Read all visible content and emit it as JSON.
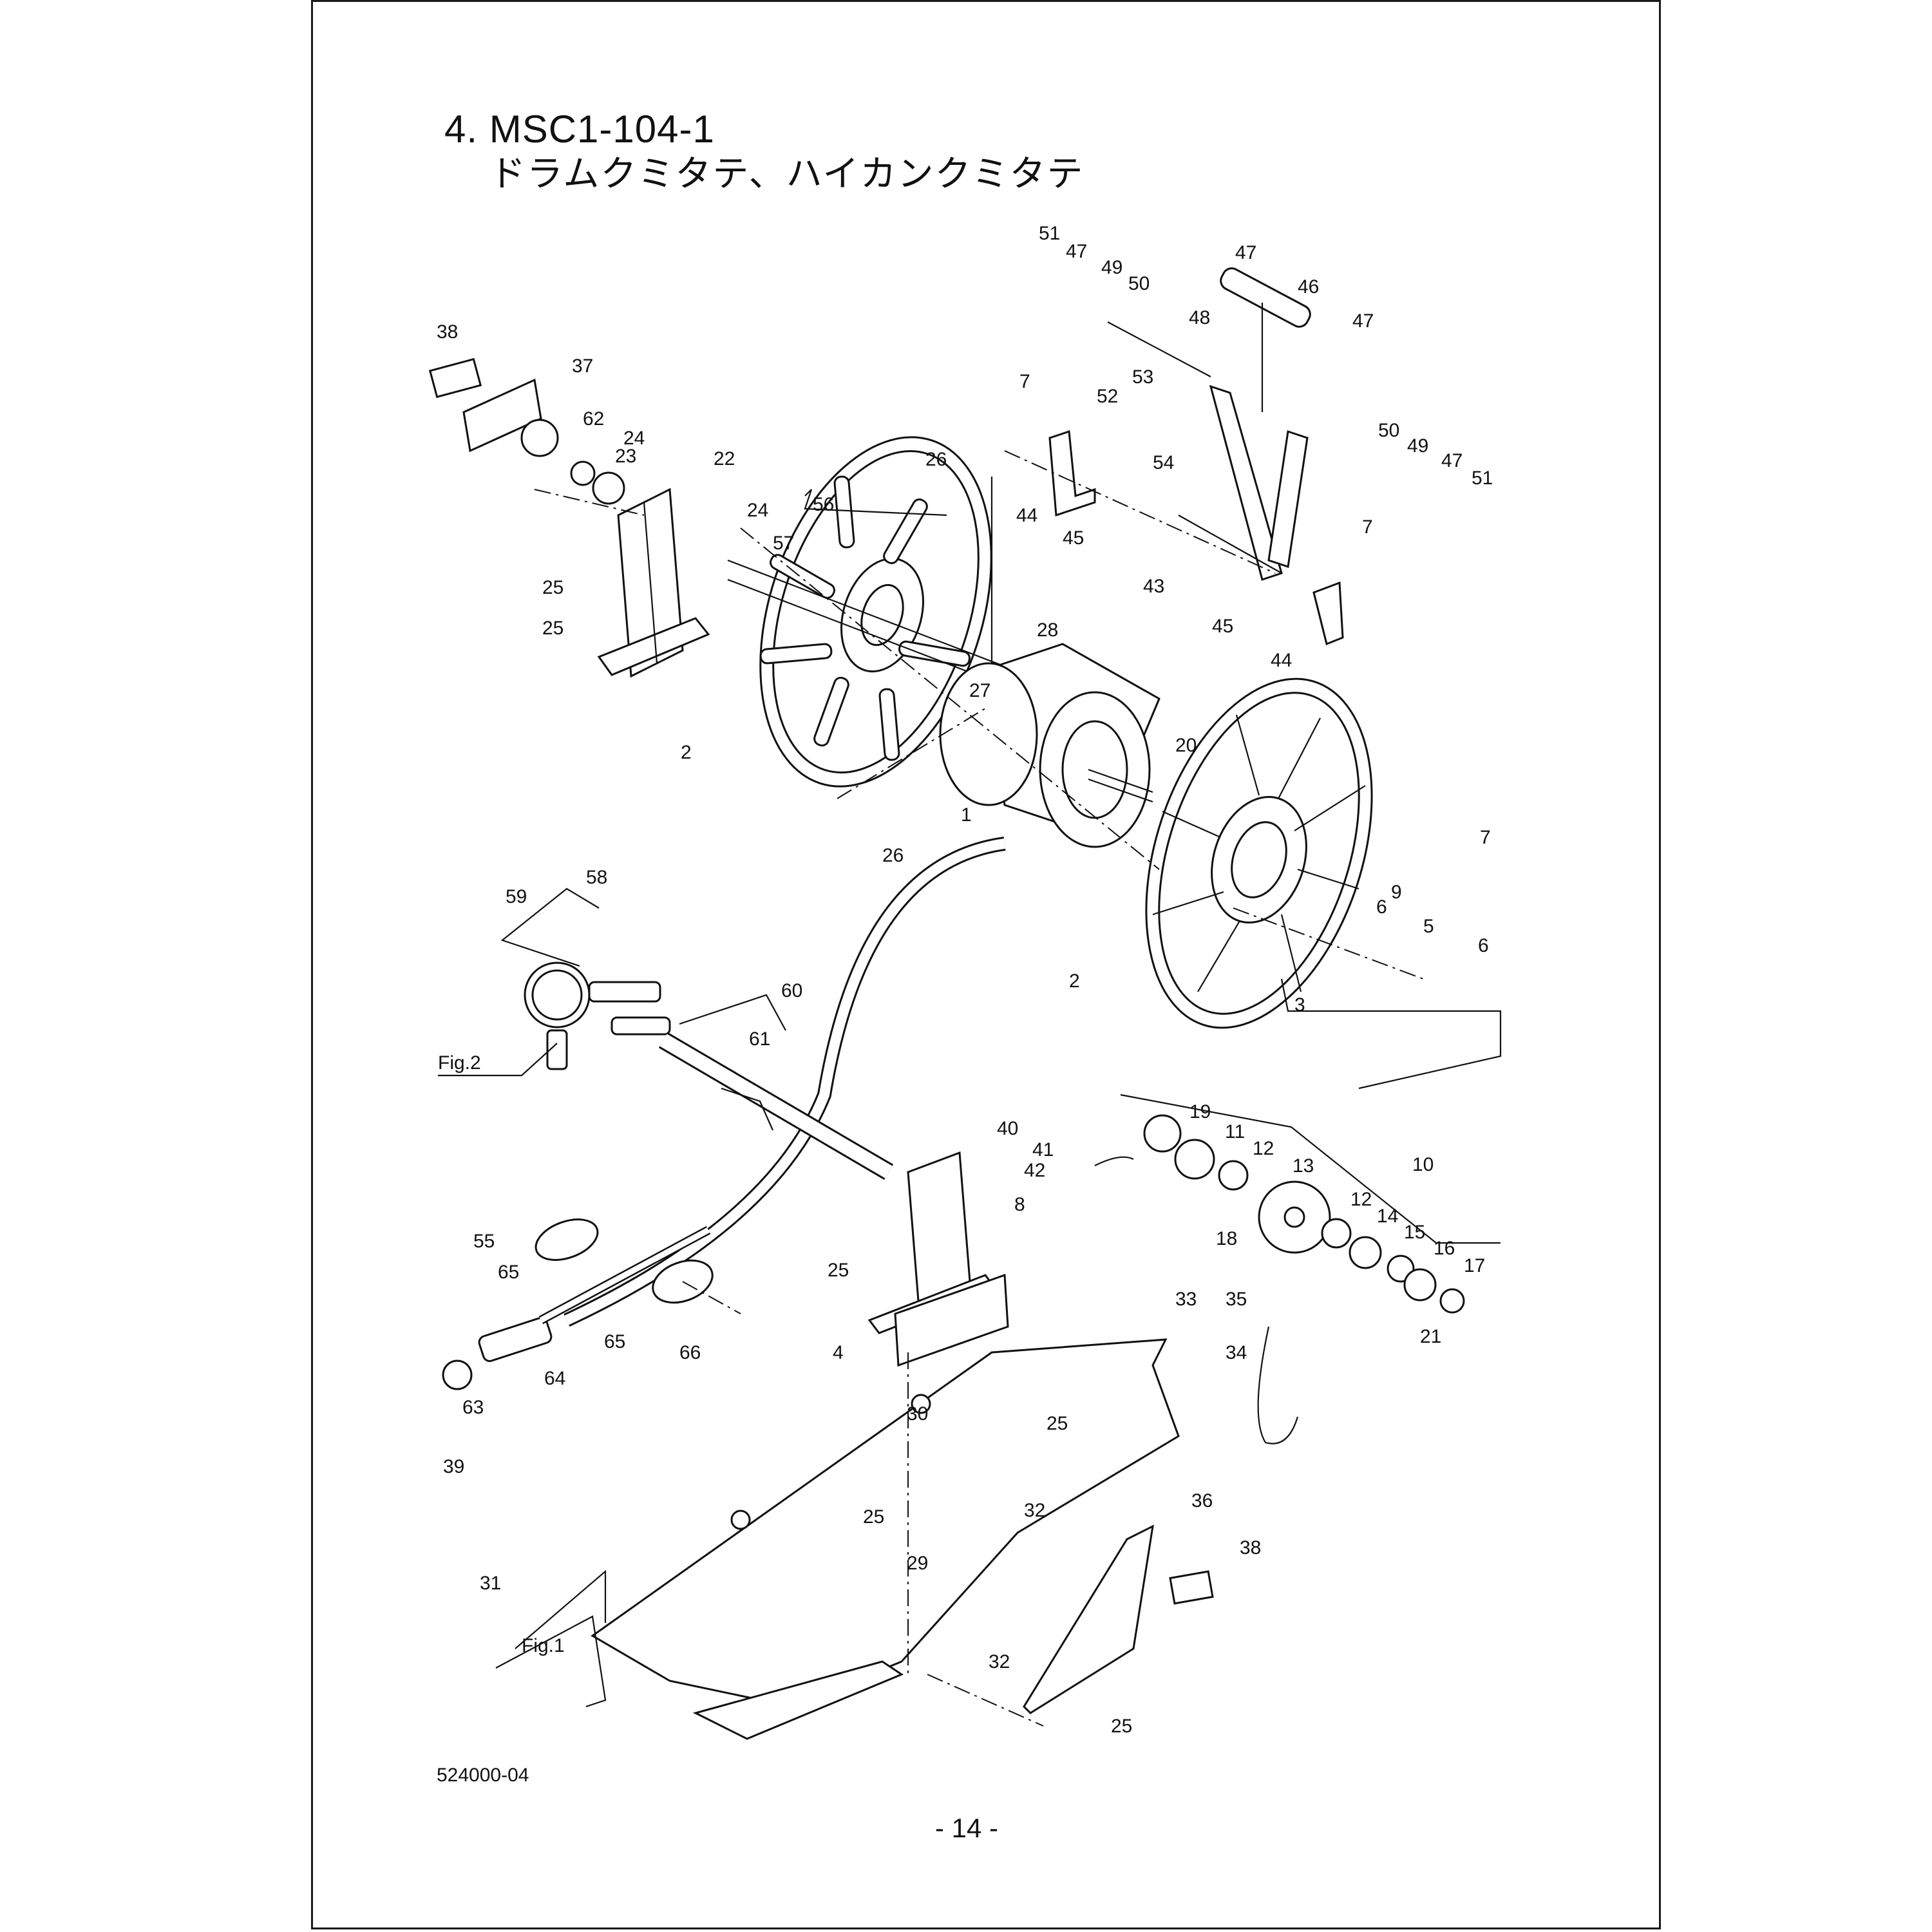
{
  "title": {
    "number": "4. MSC1-104-1",
    "subtitle": "ドラムクミタテ、ハイカンクミタテ"
  },
  "doc_number": "524000-04",
  "page_number": "- 14 -",
  "figure_refs": [
    "Fig.2",
    "Fig.1"
  ],
  "part_labels": [
    "51",
    "47",
    "49",
    "50",
    "47",
    "46",
    "47",
    "48",
    "38",
    "37",
    "7",
    "53",
    "52",
    "62",
    "24",
    "23",
    "22",
    "50",
    "49",
    "47",
    "51",
    "54",
    "26",
    "44",
    "45",
    "24",
    "56",
    "57",
    "7",
    "43",
    "25",
    "25",
    "45",
    "44",
    "28",
    "27",
    "20",
    "2",
    "1",
    "26",
    "7",
    "9",
    "6",
    "5",
    "6",
    "58",
    "59",
    "2",
    "3",
    "60",
    "61",
    "40",
    "19",
    "11",
    "12",
    "41",
    "13",
    "10",
    "42",
    "8",
    "12",
    "14",
    "18",
    "15",
    "16",
    "17",
    "55",
    "65",
    "25",
    "21",
    "33",
    "35",
    "34",
    "65",
    "66",
    "4",
    "64",
    "63",
    "30",
    "25",
    "39",
    "25",
    "32",
    "36",
    "38",
    "29",
    "31",
    "32",
    "25"
  ]
}
